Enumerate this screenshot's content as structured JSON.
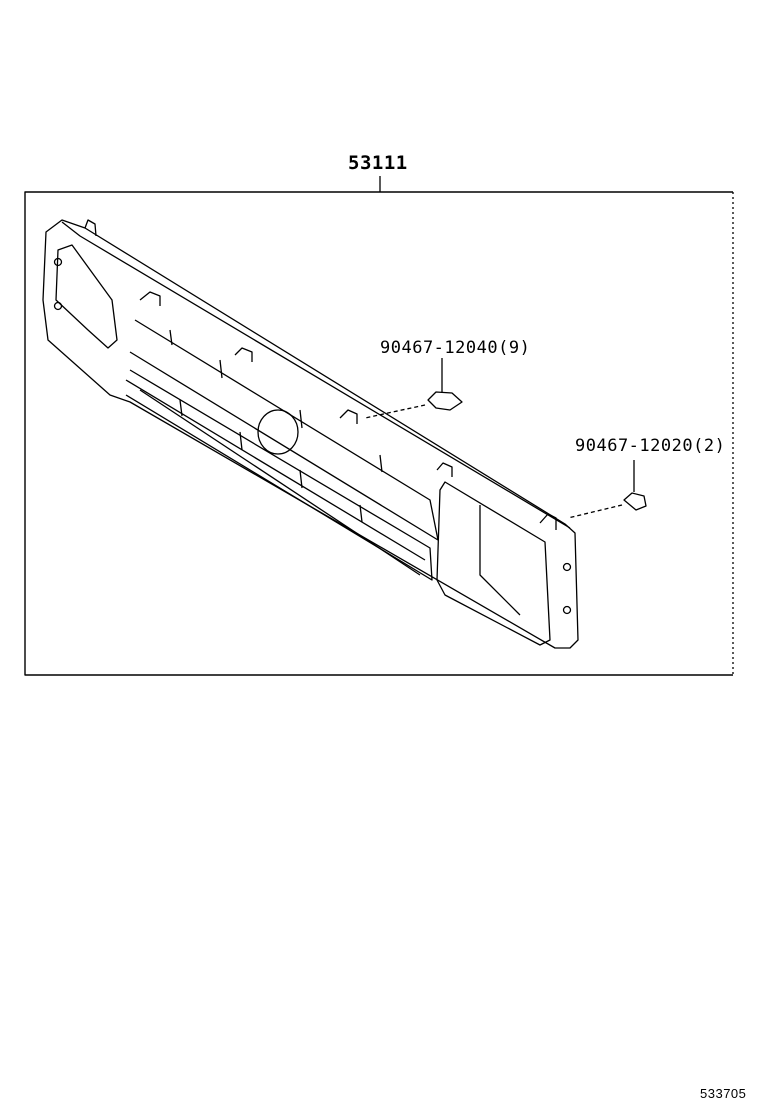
{
  "diagram": {
    "main_part_number": "53111",
    "callouts": [
      {
        "part_number": "90467-12040",
        "quantity": "(9)"
      },
      {
        "part_number": "90467-12020",
        "quantity": "(2)"
      }
    ],
    "figure_number": "533705"
  }
}
